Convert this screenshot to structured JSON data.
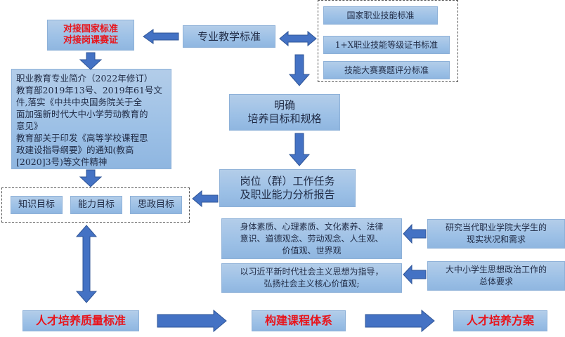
{
  "nodes": {
    "align_standards": [
      "对接国家标准",
      "对接岗课赛证"
    ],
    "professional_teaching_standard": "专业教学标准",
    "standards_group": {
      "items": [
        "国家职业技能标准",
        "1+X职业技能等级证书标准",
        "技能大赛赛题评分标准"
      ]
    },
    "policy_documents": [
      "职业教育专业简介（2022年修订）",
      "教育部2019年13号、2019年61号文",
      "件,落实《中共中央国务院关于全",
      "面加强新时代大中小学劳动教育的",
      "意见》",
      "教育部关于印发《高等学校课程思",
      "政建设指导纲要》的通知(教高",
      "[2020]3号)等文件精神"
    ],
    "clarify_goals": [
      "明确",
      "培养目标和规格"
    ],
    "job_analysis": [
      "岗位（群）工作任务",
      "及职业能力分析报告"
    ],
    "objectives_group": {
      "items": [
        "知识目标",
        "能力目标",
        "思政目标"
      ]
    },
    "qualities": [
      "身体素质、心理素质、文化素养、法律",
      "意识、道德观念、劳动观念、人生观、",
      "价值观、世界观"
    ],
    "ideology": [
      "以习近平新时代社会主义思想为指导，",
      "弘扬社会主义核心价值观;"
    ],
    "student_research": [
      "研究当代职业学院大学生的",
      "现实状况和需求"
    ],
    "ideological_requirements": [
      "大中小学生思想政治工作的",
      "总体要求"
    ],
    "quality_standard": "人才培养质量标准",
    "curriculum_system": "构建课程体系",
    "training_plan": "人才培养方案"
  },
  "colors": {
    "box_fill": "#9cc0e6",
    "arrow_fill": "#4472c4",
    "emphasis_text": "#e8141b",
    "body_text": "#1f2a44"
  }
}
